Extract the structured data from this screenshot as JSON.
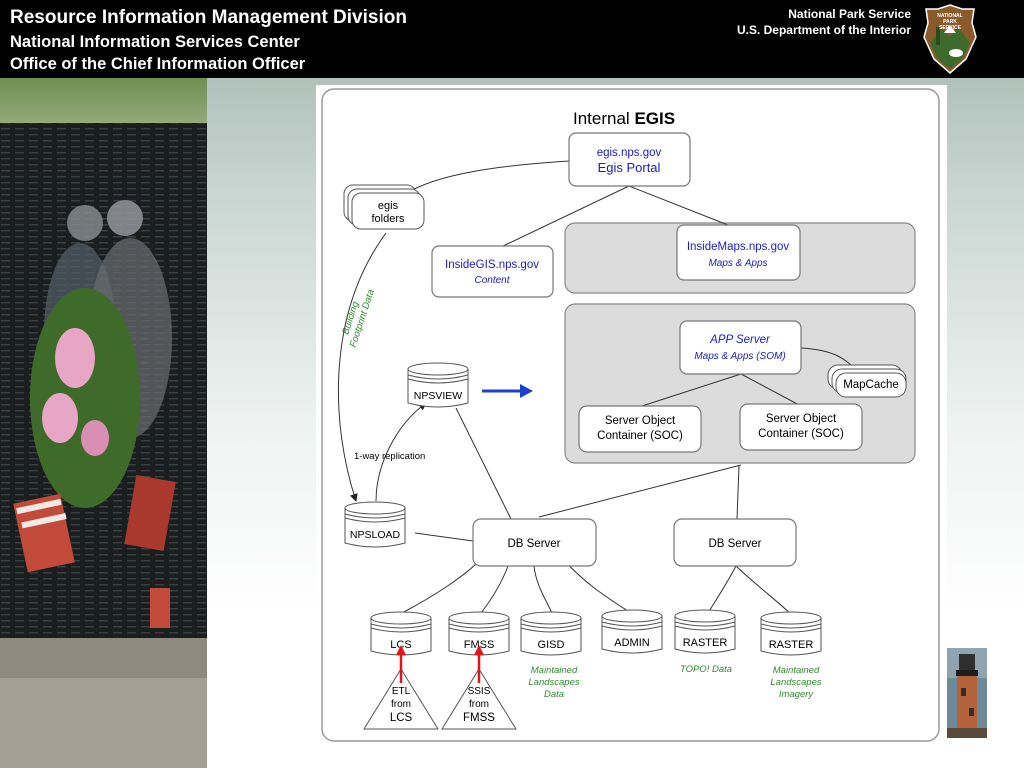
{
  "header": {
    "line1": "Resource Information Management Division",
    "line2": "National Information Services Center",
    "line3": "Office of the Chief Information Officer",
    "agency_line1": "National Park Service",
    "agency_line2": "U.S. Department of the Interior"
  },
  "logo": {
    "line1": "NATIONAL",
    "line2": "PARK",
    "line3": "SERVICE"
  },
  "diagram": {
    "title_prefix": "Internal",
    "title_bold": "EGIS",
    "portal_url": "egis.nps.gov",
    "portal_name": "Egis Portal",
    "folders_line1": "egis",
    "folders_line2": "folders",
    "insidegis_url": "InsideGIS.nps.gov",
    "insidegis_sub": "Content",
    "insidemaps_url": "InsideMaps.nps.gov",
    "insidemaps_sub": "Maps & Apps",
    "app_server": "APP Server",
    "app_server_sub": "Maps & Apps (SOM)",
    "mapcache": "MapCache",
    "soc1_line1": "Server Object",
    "soc1_line2": "Container (SOC)",
    "soc2_line1": "Server Object",
    "soc2_line2": "Container (SOC)",
    "npsview": "NPSVIEW",
    "npsload": "NPSLOAD",
    "replication": "1-way replication",
    "building_line1": "Building",
    "building_line2": "Footprint Data",
    "db_server_left": "DB Server",
    "db_server_right": "DB Server",
    "db_lcs": "LCS",
    "db_fmss": "FMSS",
    "db_gisd": "GISD",
    "db_admin": "ADMIN",
    "db_raster1": "RASTER",
    "db_raster2": "RASTER",
    "gisd_note": [
      "Maintained",
      "Landscapes",
      "Data"
    ],
    "raster1_note": "TOPO! Data",
    "raster2_note": [
      "Maintained",
      "Landscapes",
      "Imagery"
    ],
    "etl_lines": [
      "ETL",
      "from",
      "LCS"
    ],
    "ssis_lines": [
      "SSIS",
      "from",
      "FMSS"
    ]
  },
  "colors": {
    "header_bg": "#000000",
    "link_blue": "#1a1acc",
    "note_green": "#2e8b2e",
    "arrow_red": "#e0151b",
    "arrow_blue": "#1d3fd6",
    "group_fill": "#dcdcdc"
  }
}
